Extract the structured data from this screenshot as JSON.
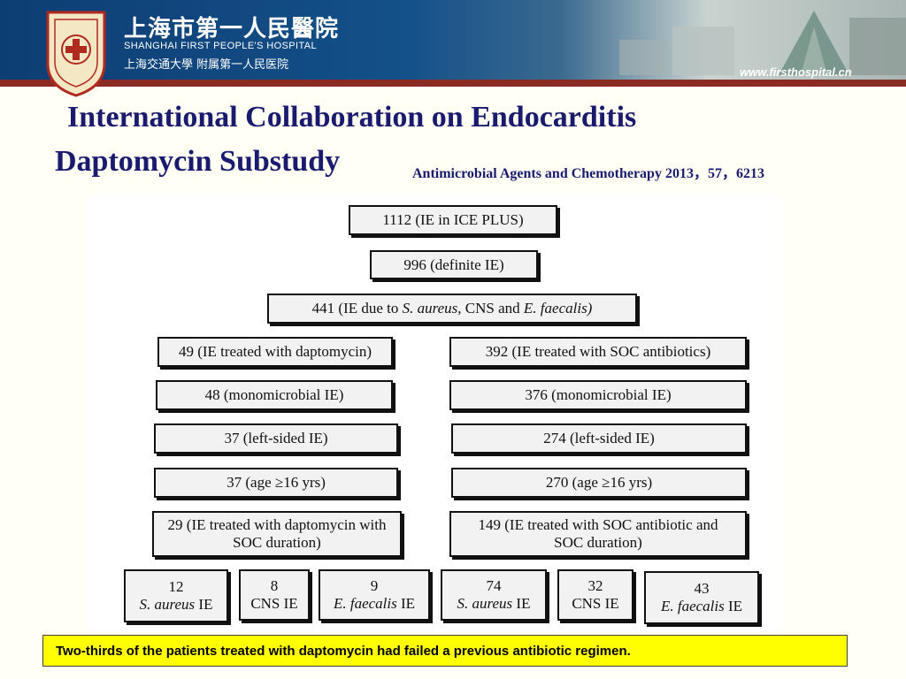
{
  "header": {
    "hospital_cn": "上海市第一人民醫院",
    "hospital_en": "SHANGHAI FIRST PEOPLE'S HOSPITAL",
    "university": "上海交通大學 附属第一人民医院",
    "url": "www.firsthospital.cn",
    "crest_icon": "hospital-crest-icon"
  },
  "title": {
    "line1": "International Collaboration on Endocarditis",
    "line2": "Daptomycin Substudy",
    "citation": "Antimicrobial Agents and Chemotherapy   2013，57，6213"
  },
  "flow": {
    "top1": "1112 (IE in ICE PLUS)",
    "top2": "996 (definite IE)",
    "top3_a": "441 (IE due to ",
    "top3_b": "S. aureus",
    "top3_c": ", CNS and ",
    "top3_d": "E. faecalis)",
    "left": [
      "49 (IE treated with daptomycin)",
      "48 (monomicrobial IE)",
      "37 (left-sided IE)",
      "37 (age ≥16 yrs)",
      "29 (IE treated with  daptomycin with SOC duration)"
    ],
    "right": [
      "392 (IE treated with SOC antibiotics)",
      "376 (monomicrobial IE)",
      "274 (left-sided IE)",
      "270 (age ≥16 yrs)",
      "149 (IE treated with SOC antibiotic and SOC duration)"
    ],
    "leaves": [
      {
        "num": "12",
        "org": "S. aureus",
        "suffix": " IE"
      },
      {
        "num": "8",
        "org": "",
        "suffix": "CNS IE"
      },
      {
        "num": "9",
        "org": "E. faecalis",
        "suffix": " IE"
      },
      {
        "num": "74",
        "org": "S. aureus",
        "suffix": " IE"
      },
      {
        "num": "32",
        "org": "",
        "suffix": "CNS IE"
      },
      {
        "num": "43",
        "org": "E. faecalis",
        "suffix": " IE"
      }
    ]
  },
  "note": "Two-thirds of the patients treated with daptomycin had failed a previous antibiotic regimen.",
  "colors": {
    "title": "#1a1a6e",
    "banner": "#0d3e73",
    "stripe": "#8a2c24",
    "note_bg": "#ffff00"
  }
}
